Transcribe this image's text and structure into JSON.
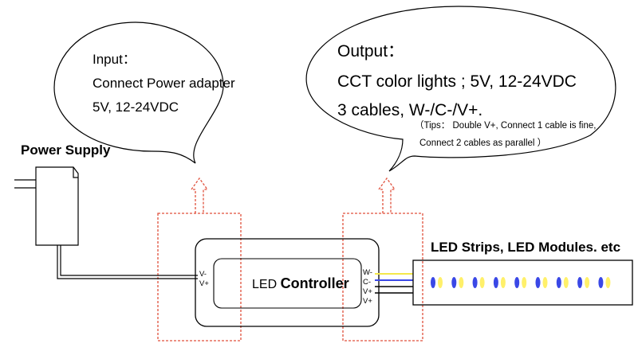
{
  "input_bubble": {
    "title": "Input：",
    "line1": "Connect Power adapter",
    "line2": "5V, 12-24VDC"
  },
  "output_bubble": {
    "title": "Output：",
    "line1": "CCT color lights ; 5V, 12-24VDC",
    "line2": "3 cables,   W-/C-/V+.",
    "tip_line1": "（Tips：  Double V+, Connect 1 cable is fine,",
    "tip_line2": "Connect 2 cables as parallel    ）"
  },
  "power_supply": {
    "label": "Power Supply"
  },
  "controller": {
    "label_prefix": "LED ",
    "label_main": "Controller",
    "input_pins": [
      "V-",
      "V+"
    ],
    "output_pins": [
      "W-",
      "C-",
      "V+",
      "V+"
    ]
  },
  "strip": {
    "label": "LED Strips, LED Modules. etc",
    "led_pair_count": 9,
    "colors": {
      "warm": "#fff06a",
      "cool": "#3a48e6"
    }
  },
  "colors": {
    "arrow_dashed": "#e0503c",
    "line": "#000000",
    "wire_white": "#f4e84a",
    "wire_cool": "#3a48e6"
  }
}
